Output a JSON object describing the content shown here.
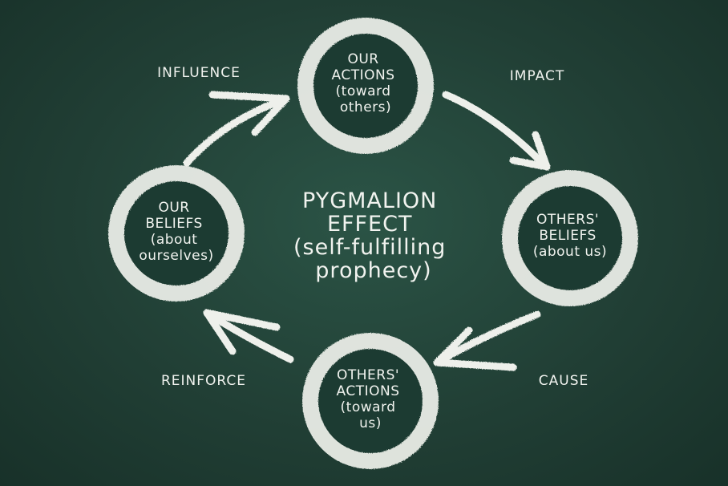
{
  "center": {
    "lines": [
      "PYGMALION",
      "EFFECT",
      "(self-fulfilling",
      "prophecy)"
    ]
  },
  "nodes": [
    {
      "id": "our-actions",
      "lines": [
        "OUR",
        "ACTIONS",
        "(toward",
        "others)"
      ]
    },
    {
      "id": "others-beliefs",
      "lines": [
        "OTHERS'",
        "BELIEFS",
        "(about us)"
      ]
    },
    {
      "id": "others-actions",
      "lines": [
        "OTHERS'",
        "ACTIONS",
        "(toward",
        "us)"
      ]
    },
    {
      "id": "our-beliefs",
      "lines": [
        "OUR",
        "BELIEFS",
        "(about",
        "ourselves)"
      ]
    }
  ],
  "edges": [
    {
      "id": "impact",
      "from": "our-actions",
      "to": "others-beliefs",
      "label": "IMPACT"
    },
    {
      "id": "cause",
      "from": "others-beliefs",
      "to": "others-actions",
      "label": "CAUSE"
    },
    {
      "id": "reinforce",
      "from": "others-actions",
      "to": "our-beliefs",
      "label": "REINFORCE"
    },
    {
      "id": "influence",
      "from": "our-beliefs",
      "to": "our-actions",
      "label": "INFLUENCE"
    }
  ],
  "colors": {
    "chalk": "#f1f3ef",
    "board": "#213f35"
  }
}
